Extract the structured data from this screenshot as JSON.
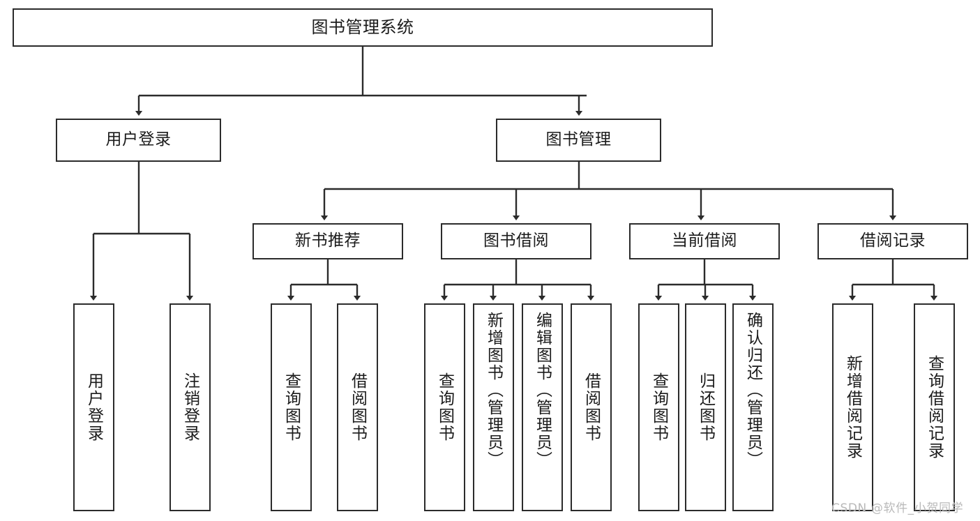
{
  "diagram": {
    "title": "图书管理系统",
    "type": "functional-structure-tree",
    "watermark": "CSDN @软件_小贺同学",
    "stroke_color": "#2b2b2b",
    "background_color": "#ffffff",
    "root": {
      "label": "图书管理系统",
      "children": [
        {
          "label": "用户登录",
          "children": [
            {
              "label": "用户登录"
            },
            {
              "label": "注销登录"
            }
          ]
        },
        {
          "label": "图书管理",
          "children": [
            {
              "label": "新书推荐",
              "children": [
                {
                  "label": "查询图书"
                },
                {
                  "label": "借阅图书"
                }
              ]
            },
            {
              "label": "图书借阅",
              "children": [
                {
                  "label": "查询图书"
                },
                {
                  "label": "新增图书（管理员）"
                },
                {
                  "label": "编辑图书（管理员）"
                },
                {
                  "label": "借阅图书"
                }
              ]
            },
            {
              "label": "当前借阅",
              "children": [
                {
                  "label": "查询图书"
                },
                {
                  "label": "归还图书"
                },
                {
                  "label": "确认归还（管理员）"
                }
              ]
            },
            {
              "label": "借阅记录",
              "children": [
                {
                  "label": "新增借阅记录"
                },
                {
                  "label": "查询借阅记录"
                }
              ]
            }
          ]
        }
      ]
    },
    "nodes": {
      "root": {
        "label": "图书管理系统"
      },
      "l2_user_login": {
        "label": "用户登录"
      },
      "l2_book_manage": {
        "label": "图书管理"
      },
      "l3_new_book": {
        "label": "新书推荐"
      },
      "l3_book_borrow": {
        "label": "图书借阅"
      },
      "l3_current_borrow": {
        "label": "当前借阅"
      },
      "l3_borrow_record": {
        "label": "借阅记录"
      },
      "leaf_user_login": {
        "label": "用户登录"
      },
      "leaf_logout": {
        "label": "注销登录"
      },
      "leaf_nb_query": {
        "label": "查询图书"
      },
      "leaf_nb_borrow": {
        "label": "借阅图书"
      },
      "leaf_bb_query": {
        "label": "查询图书"
      },
      "leaf_bb_add": {
        "label": "新增图书（管理员）"
      },
      "leaf_bb_edit": {
        "label": "编辑图书（管理员）"
      },
      "leaf_bb_borrow": {
        "label": "借阅图书"
      },
      "leaf_cb_query": {
        "label": "查询图书"
      },
      "leaf_cb_return": {
        "label": "归还图书"
      },
      "leaf_cb_confirm": {
        "label": "确认归还（管理员）"
      },
      "leaf_br_add": {
        "label": "新增借阅记录"
      },
      "leaf_br_query": {
        "label": "查询借阅记录"
      }
    }
  }
}
